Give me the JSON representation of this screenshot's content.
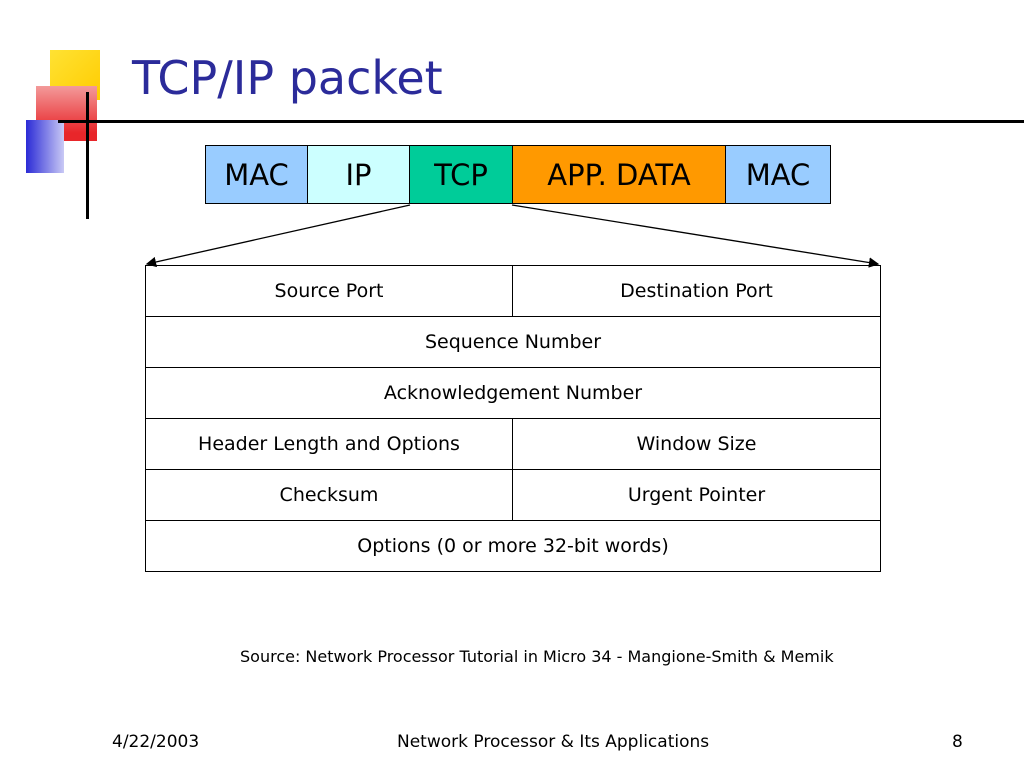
{
  "slide": {
    "title": "TCP/IP packet",
    "source_note": "Source: Network Processor Tutorial in Micro 34 - Mangione-Smith & Memik"
  },
  "packet_segments": [
    {
      "label": "MAC",
      "color": "#99ccff"
    },
    {
      "label": "IP",
      "color": "#ccffff"
    },
    {
      "label": "TCP",
      "color": "#00cc99"
    },
    {
      "label": "APP. DATA",
      "color": "#ff9900"
    },
    {
      "label": "MAC",
      "color": "#99ccff"
    }
  ],
  "tcp_header": {
    "rows": [
      [
        "Source Port",
        "Destination Port"
      ],
      [
        "Sequence Number"
      ],
      [
        "Acknowledgement Number"
      ],
      [
        "Header Length and Options",
        "Window Size"
      ],
      [
        "Checksum",
        "Urgent Pointer"
      ],
      [
        "Options (0 or more 32-bit words)"
      ]
    ]
  },
  "footer": {
    "date": "4/22/2003",
    "center": "Network Processor & Its Applications",
    "page": "8"
  },
  "colors": {
    "title": "#2b2b9a",
    "accent_yellow": "#ffcc00",
    "accent_red": "#e8262a",
    "accent_blue": "#2b2bd6"
  }
}
